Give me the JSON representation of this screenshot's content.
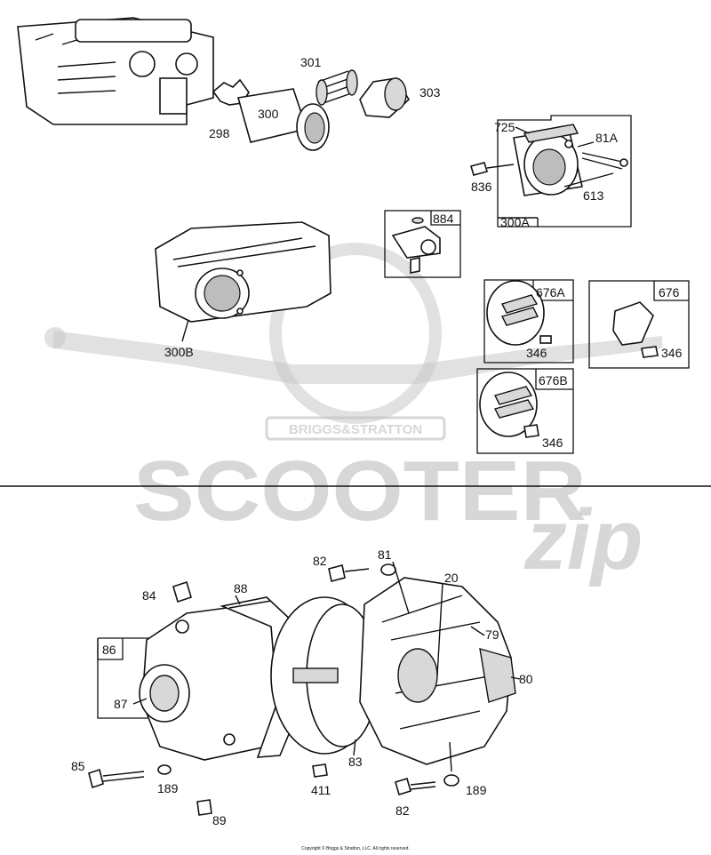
{
  "watermark": {
    "brand": "SCOOTER",
    "sub": "zip",
    "badge": "BRIGGS&STRATTON"
  },
  "copyright": "Copyright © Briggs & Stratton, LLC. All rights reserved.",
  "top_labels": {
    "p301": "301",
    "p303": "303",
    "p300": "300",
    "p298": "298",
    "p725": "725",
    "p81A": "81A",
    "p836": "836",
    "p613": "613",
    "p300A": "300A",
    "p884": "884",
    "p300B": "300B",
    "p676A": "676A",
    "p346a": "346",
    "p676": "676",
    "p346b": "346",
    "p676B": "676B",
    "p346c": "346"
  },
  "bottom_labels": {
    "p82a": "82",
    "p81": "81",
    "p20": "20",
    "p84": "84",
    "p88": "88",
    "p79": "79",
    "p86": "86",
    "p80": "80",
    "p87": "87",
    "p85": "85",
    "p189a": "189",
    "p83": "83",
    "p411": "411",
    "p82b": "82",
    "p189b": "189",
    "p89": "89"
  }
}
